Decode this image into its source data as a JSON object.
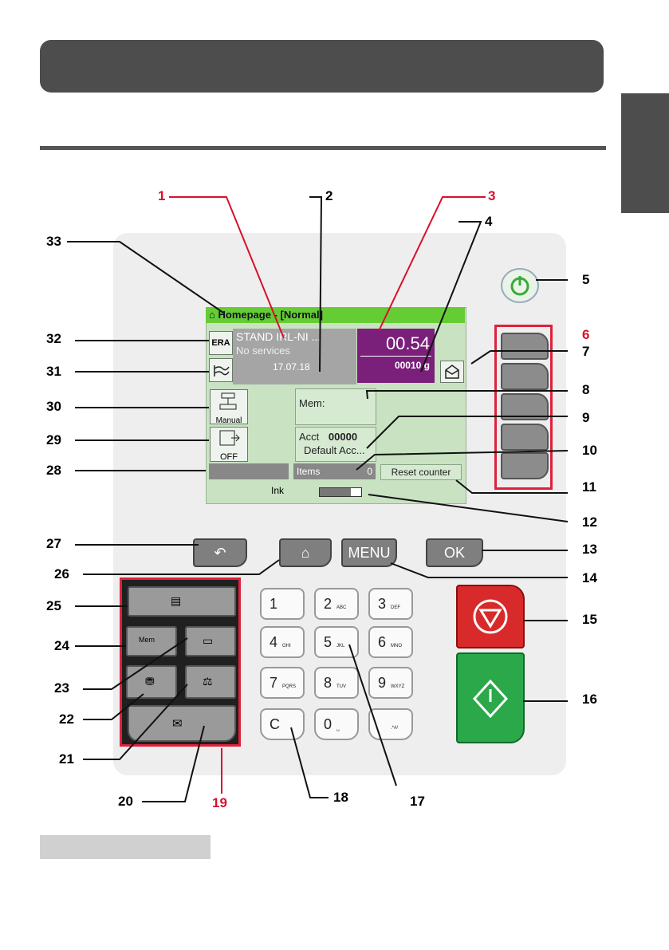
{
  "screen": {
    "title": "Homepage - [Normal]",
    "era_label": "ERA",
    "stand_text": "STAND IRL-NI ...",
    "services_text": "No services",
    "date": "17.07.18",
    "postage": "00.54",
    "weight": "00010 g",
    "manual_label": "Manual",
    "off_label": "OFF",
    "mem_label": "Mem:",
    "acct_label": "Acct",
    "acct_number": "00000",
    "acct_name": "Default Acc...",
    "items_label": "Items",
    "items_count": "0",
    "reset_label": "Reset counter",
    "ink_label": "Ink",
    "ink_level": 0.75
  },
  "nav": {
    "menu_label": "MENU",
    "ok_label": "OK"
  },
  "keypad": [
    {
      "main": "1",
      "sub": ""
    },
    {
      "main": "2",
      "sub": "ABC"
    },
    {
      "main": "3",
      "sub": "DEF"
    },
    {
      "main": "4",
      "sub": "GHI"
    },
    {
      "main": "5",
      "sub": "JKL"
    },
    {
      "main": "6",
      "sub": "MNO"
    },
    {
      "main": "7",
      "sub": "PQRS"
    },
    {
      "main": "8",
      "sub": "TUV"
    },
    {
      "main": "9",
      "sub": "WXYZ"
    },
    {
      "main": "C",
      "sub": ""
    },
    {
      "main": "0",
      "sub": "␣"
    },
    {
      "main": "",
      "sub": ".*#/"
    }
  ],
  "panel": {
    "mem_label": "Mem"
  },
  "callouts": {
    "n1": "1",
    "n2": "2",
    "n3": "3",
    "n4": "4",
    "n5": "5",
    "n6": "6",
    "n7": "7",
    "n8": "8",
    "n9": "9",
    "n10": "10",
    "n11": "11",
    "n12": "12",
    "n13": "13",
    "n14": "14",
    "n15": "15",
    "n16": "16",
    "n17": "17",
    "n18": "18",
    "n19": "19",
    "n20": "20",
    "n21": "21",
    "n22": "22",
    "n23": "23",
    "n24": "24",
    "n25": "25",
    "n26": "26",
    "n27": "27",
    "n28": "28",
    "n29": "29",
    "n30": "30",
    "n31": "31",
    "n32": "32",
    "n33": "33"
  },
  "colors": {
    "red_callout": "#d8102a",
    "screen_green": "#66cc33",
    "postage_purple": "#7a1f7a"
  }
}
